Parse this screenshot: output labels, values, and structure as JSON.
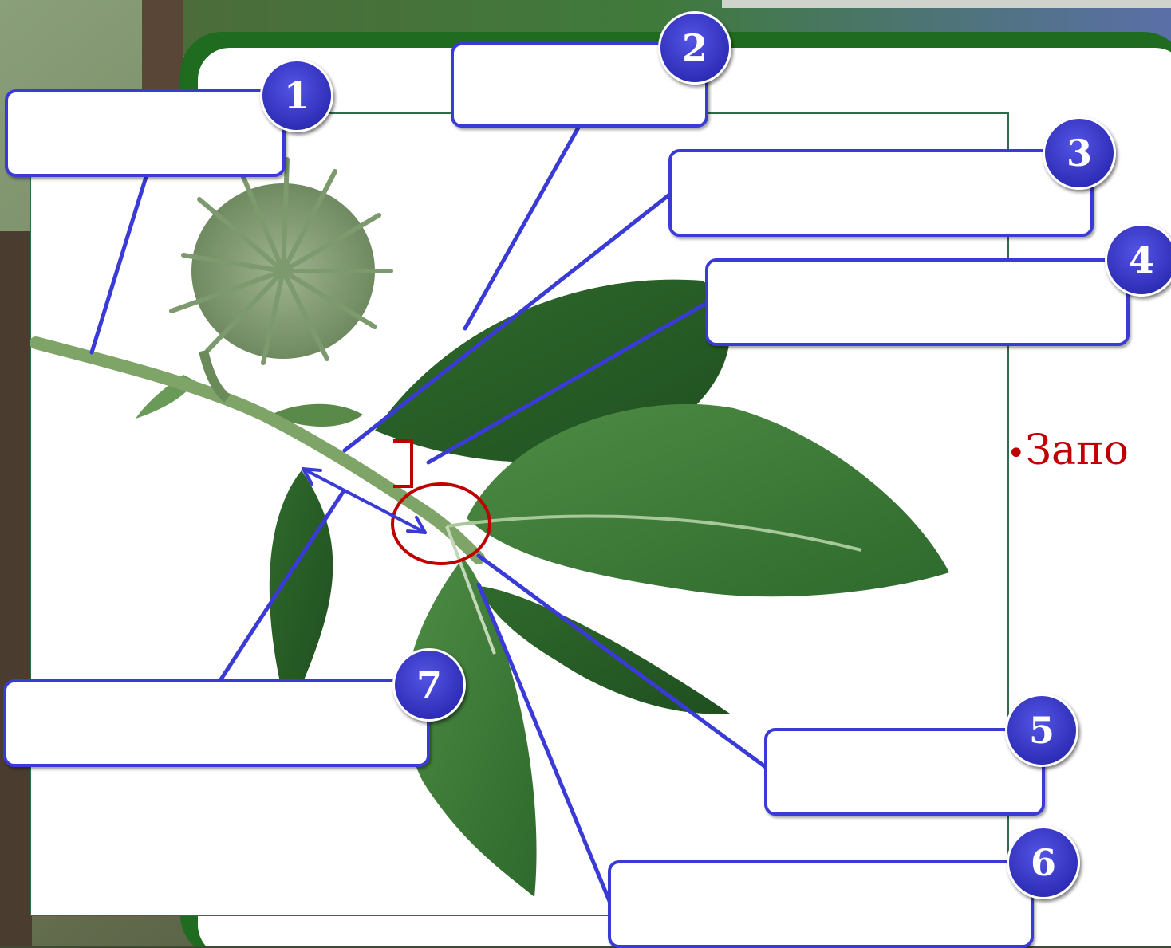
{
  "colors": {
    "leader_lines": "#3a3ad6",
    "badge_fill": "#3a3ad6",
    "node_marker": "#c00000",
    "instruction_text": "#c00000",
    "slide_panel": "#ffffff",
    "slide_frame": "#1f6b1f"
  },
  "instruction": {
    "bullet": "•",
    "text": "Запо"
  },
  "labels": [
    {
      "id": "1",
      "number": "1",
      "text": ""
    },
    {
      "id": "2",
      "number": "2",
      "text": ""
    },
    {
      "id": "3",
      "number": "3",
      "text": ""
    },
    {
      "id": "4",
      "number": "4",
      "text": ""
    },
    {
      "id": "5",
      "number": "5",
      "text": ""
    },
    {
      "id": "6",
      "number": "6",
      "text": ""
    },
    {
      "id": "7",
      "number": "7",
      "text": ""
    }
  ],
  "icons": {
    "internode_arrow": "double-arrow-icon",
    "node_marker": "circle-marker-icon"
  }
}
